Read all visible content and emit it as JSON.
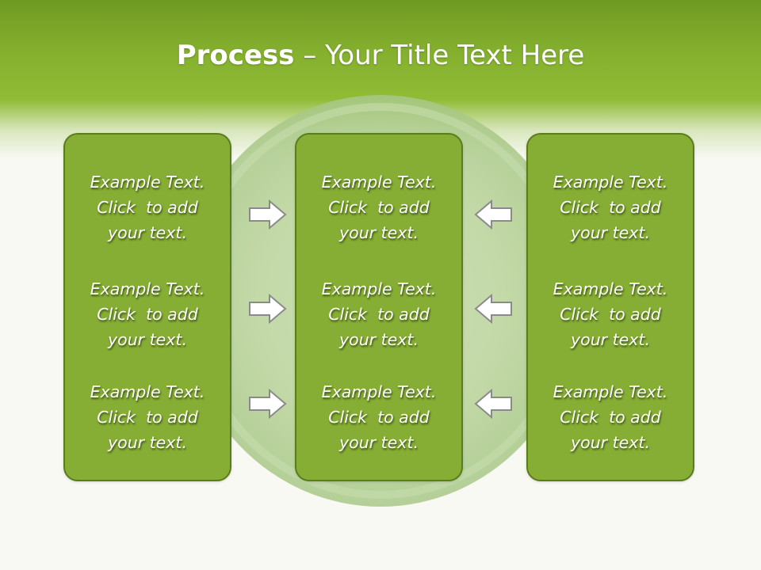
{
  "title": {
    "bold": "Process",
    "rest": " – Your Title Text Here"
  },
  "columns": [
    {
      "items": [
        [
          "Example Text.",
          "Click  to add",
          "your text."
        ],
        [
          "Example Text.",
          "Click  to add",
          "your text."
        ],
        [
          "Example Text.",
          "Click  to add",
          "your text."
        ]
      ]
    },
    {
      "items": [
        [
          "Example Text.",
          "Click  to add",
          "your text."
        ],
        [
          "Example Text.",
          "Click  to add",
          "your text."
        ],
        [
          "Example Text.",
          "Click  to add",
          "your text."
        ]
      ]
    },
    {
      "items": [
        [
          "Example Text.",
          "Click  to add",
          "your text."
        ],
        [
          "Example Text.",
          "Click  to add",
          "your text."
        ],
        [
          "Example Text.",
          "Click  to add",
          "your text."
        ]
      ]
    }
  ],
  "arrows": {
    "left_to_center": [
      "right-arrow-icon",
      "right-arrow-icon",
      "right-arrow-icon"
    ],
    "right_to_center": [
      "left-arrow-icon",
      "left-arrow-icon",
      "left-arrow-icon"
    ]
  },
  "colors": {
    "header_green": "#86b12f",
    "box_fill": "#86ad34",
    "box_border": "#5a7d1c",
    "arrow_fill": "#ffffff",
    "arrow_stroke": "#8a8a8a"
  }
}
